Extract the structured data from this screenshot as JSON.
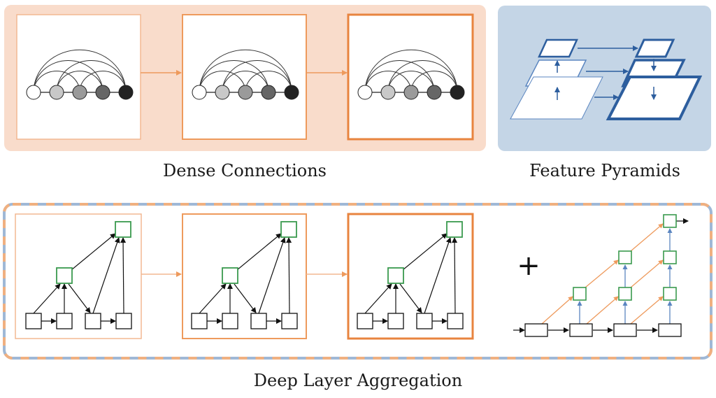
{
  "captions": {
    "dense": "Dense Connections",
    "pyramids": "Feature Pyramids",
    "aggregation": "Deep Layer Aggregation"
  },
  "symbols": {
    "plus": "+"
  },
  "colors": {
    "dense_panel_bg": "#f9dccb",
    "orange": "#ee9a5c",
    "orange_dark": "#e8843f",
    "pyramid_panel_bg": "#c4d5e6",
    "blue": "#2d5e9e",
    "blue_light": "#5b86c0",
    "green": "#3a9a4e",
    "dash_blue": "#9fb8d6",
    "dash_orange": "#f0b080",
    "node_shades": [
      "#ffffff",
      "#c8c8c8",
      "#9a9a9a",
      "#666666",
      "#222222"
    ]
  }
}
